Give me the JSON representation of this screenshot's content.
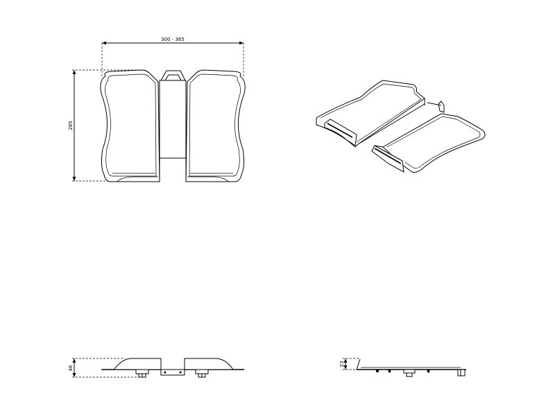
{
  "dimensions": {
    "top_width": "300 - 365",
    "top_height": "285",
    "side_height": "46",
    "end_height": "23"
  },
  "colors": {
    "line": "#000000",
    "background": "#ffffff"
  }
}
